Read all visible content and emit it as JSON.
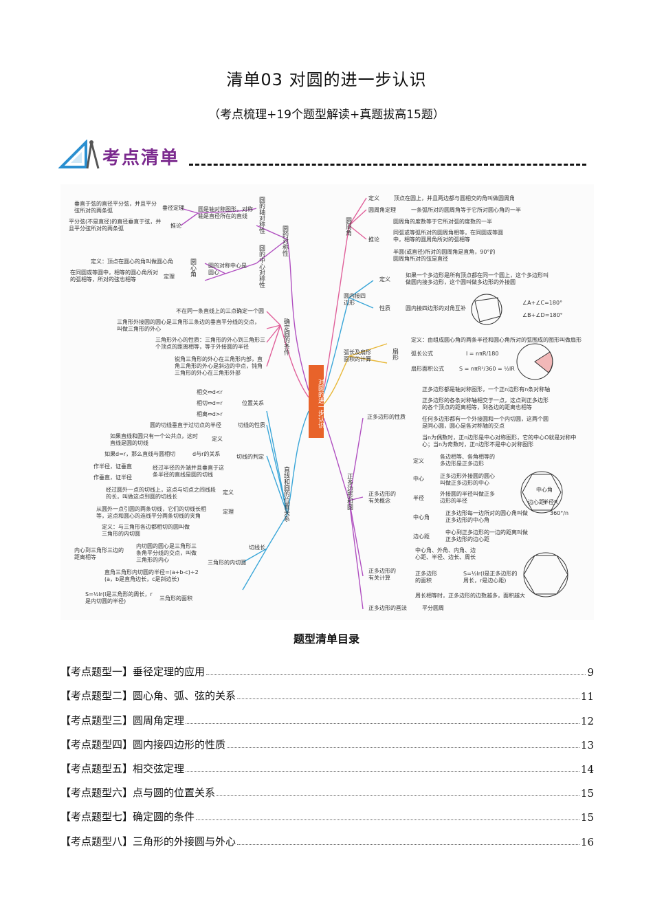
{
  "header": {
    "title": "清单03  对圆的进一步认识",
    "subtitle": "（考点梳理+19个题型解读+真题拔高15题）"
  },
  "banner": {
    "label": "考点清单"
  },
  "mindmap": {
    "center": "对圆的进一步认识",
    "left": {
      "symmetry": "圆的对称性",
      "axis": "圆的轴对称性",
      "axis_def": "圆是轴对称图形，对称轴是直径所在的直线",
      "perp": "垂径定理",
      "perp_text": "垂直于弦的直径平分弦，并且平分弦所对的两条弧",
      "infer": "推论",
      "infer_text": "平分弦(不是直径)的直径垂直于弦，并且平分弦所对的两条弧",
      "central": "圆的中心对称性",
      "central_def": "圆的对称中心是圆心",
      "angle": "圆心角",
      "angle_def": "定义：顶点在圆心的角叫做圆心角",
      "theorem": "定理",
      "theorem_text": "在同圆或等圆中，相等的圆心角所对的弧相等，所对的弦也相等",
      "determine": "确定圆的条件",
      "det1": "不在同一条直线上的三点确定一个圆",
      "det2": "三角形外接圆的圆心是三角形三条边的垂直平分线的交点，叫做三角形的外心",
      "det3": "三角形外心的性质：三角形的外心到三角形三个顶点的距离相等，等于外接圆的半径",
      "det4": "锐角三角形的外心在三角形内部，直角三角形的外心是斜边的中点，钝角三角形的外心在三角形外部",
      "line": "直线和圆的位置关系",
      "pos": "位置关系",
      "pos1": "相交⇔d<r",
      "pos2": "相切⇔d=r",
      "pos3": "相离⇔d>r",
      "tan_prop": "切线的性质",
      "tan_prop_text": "圆的切线垂直于过切点的半径",
      "tan_judge": "切线的判定",
      "def": "定义",
      "def_text": "如果直线和圆只有一个公共点，这时直线是圆的切线",
      "dr": "d与r的关系",
      "dr_text": "如果d=r，那么直线与圆相切",
      "thm": "经过半径的外端并且垂直于这条半径的直线是圆的切线",
      "proof1": "作半径，证垂直",
      "proof2": "作垂直，证半径",
      "tan_len": "切线长",
      "tan_len_def": "经过圆外一点的切线上，这点与切点之间线段的长，叫做这点到圆的切线长",
      "tan_len_thm": "从圆外一点引圆的两条切线，它们的切线长相等，这点和圆心的连线平分两条切线的夹角",
      "incircle": "三角形的内切圆",
      "inc_def": "定义：与三角形各边都相切的圆叫做三角形的内切圆",
      "inc_center": "内切圆的圆心是三角形三条角平分线的交点，叫做三角形的内心",
      "inc_dist": "内心到三角形三边的距离相等",
      "inc_r": "直角三角形内切圆的半径=(a+b-c)÷2 (a，b是直角边长，c是斜边长)",
      "inc_area": "三角形的面积",
      "inc_area_f": "S=½lr(l是三角形的周长，r是内切圆的半径)"
    },
    "right": {
      "inscribed": "圆周角",
      "ins_def": "定义",
      "ins_def_text": "顶点在圆上，并且两边都与圆相交的角叫做圆周角",
      "ins_thm": "圆周角定理",
      "ins_thm_text": "一条弧所对的圆周角等于它所对圆心角的一半",
      "ins_inf": "推论",
      "ins_inf1": "圆周角的度数等于它所对弧的度数的一半",
      "ins_inf2": "同弧或等弧所对的圆周角相等，在同圆或等圆中，相等的圆周角所对的弧相等",
      "ins_inf3": "半圆(或直径)所对的圆周角是直角，90°的圆周角所对的弦是直径",
      "quad": "圆内接四边形",
      "quad_def": "定义",
      "quad_def_text": "如果一个多边形是所有顶点都在同一个圆上，这个多边形叫做圆内接多边形，这个圆叫做多边形的外接圆",
      "quad_prop": "性质",
      "quad_prop_text": "圆内接四边形的对角互补",
      "quad_f1": "∠A+∠C=180°",
      "quad_f2": "∠B+∠D=180°",
      "arc": "弧长及扇形面积的计算",
      "sector": "扇形",
      "sector_def": "定义：由组成圆心角的两条半径和圆心角所对的弧围成的图形叫做扇形",
      "arc_f": "弧长公式",
      "arc_fx": "l = nπR/180",
      "area_f": "扇形面积公式",
      "area_fx": "S = nπR²/360 = ½lR",
      "poly": "正多边形和圆",
      "poly_prop": "正多边形的性质",
      "pp1": "正多边形都是轴对称图形，一个正n边形有n条对称轴",
      "pp2": "正多边形的各条对称轴相交于一点，这点到正多边形的各个顶点的距离相等，到各边的距离也相等",
      "pp3": "任何多边形都有一个外接圆和一个内切圆，这两个圆是同心圆，圆心是各对称轴的交点",
      "pp4": "当n为偶数时，正n边形是中心对称图形，它的中心O就是对称中心；当n为奇数时，正n边形不是中心对称图形",
      "concept": "正多边形的有关概念",
      "c_def": "定义",
      "c_def_text": "各边相等、各角相等的多边形是正多边形",
      "c_center": "中心",
      "c_center_text": "正多边形外接圆的圆心叫做正多边形的中心",
      "c_r": "半径",
      "c_r_text": "外接圆的半径叫做正多边形的半径",
      "c_angle": "中心角",
      "c_angle_text": "正多边形每一边所对的圆心角叫做正多边形的中心角",
      "c_angle_f": "360°/n",
      "c_apo": "边心距",
      "c_apo_text": "中心到正多边形的一边的距离叫做正多边形的边心距",
      "calc": "正多边形的有关计算",
      "calc_text": "中心角、外角、内角、边心距、半径、边长、周长",
      "calc_area": "正多边形的面积",
      "calc_area_f": "S=½lr(l是正多边形的周长，r是边心距)",
      "calc_cmp": "周长相等时，正多边形的边数越多，面积越大",
      "draw": "正多边形的画法",
      "draw_text": "平分圆周",
      "fig_center": "中心角",
      "fig_r": "半径R",
      "fig_apo": "边心距r"
    }
  },
  "toc": {
    "heading": "题型清单目录",
    "items": [
      {
        "label": "【考点题型一】垂径定理的应用",
        "page": "9"
      },
      {
        "label": "【考点题型二】圆心角、弧、弦的关系",
        "page": "11"
      },
      {
        "label": "【考点题型三】圆周角定理",
        "page": "12"
      },
      {
        "label": "【考点题型四】圆内接四边形的性质",
        "page": "13"
      },
      {
        "label": "【考点题型五】相交弦定理",
        "page": "14"
      },
      {
        "label": "【考点题型六】点与圆的位置关系",
        "page": "15"
      },
      {
        "label": "【考点题型七】确定圆的条件",
        "page": "15"
      },
      {
        "label": "【考点题型八】三角形的外接圆与外心",
        "page": "16"
      }
    ]
  },
  "colors": {
    "accent": "#e8632a",
    "banner": "#7b2a8e",
    "purple": "#b04fc0",
    "pink": "#e0609a",
    "yellow": "#e8b83a",
    "blue": "#3aa6d8",
    "green": "#6cbf4a"
  }
}
